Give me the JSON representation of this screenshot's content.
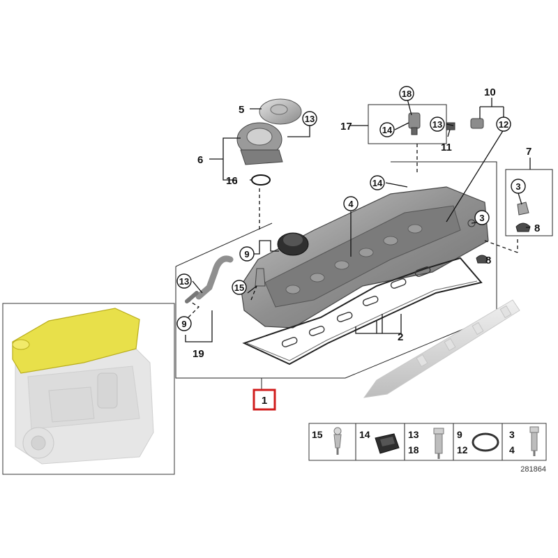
{
  "callouts": {
    "c1": "1",
    "c2": "2",
    "c3a": "3",
    "c3b": "3",
    "c4": "4",
    "c5": "5",
    "c6": "6",
    "c7": "7",
    "c8a": "8",
    "c8b": "8",
    "c9a": "9",
    "c9b": "9",
    "c10": "10",
    "c11": "11",
    "c12": "12",
    "c13a": "13",
    "c13b": "13",
    "c13c": "13",
    "c14a": "14",
    "c14b": "14",
    "c15": "15",
    "c16": "16",
    "c17": "17",
    "c18": "18",
    "c19": "19"
  },
  "legend": {
    "cells": [
      {
        "top": "15",
        "bottom": ""
      },
      {
        "top": "14",
        "bottom": ""
      },
      {
        "top": "13",
        "bottom": "18"
      },
      {
        "top": "9",
        "bottom": "12"
      },
      {
        "top": "3",
        "bottom": "4"
      }
    ]
  },
  "reference_number": "281864",
  "colors": {
    "highlight": "#e8e04a",
    "part_grey": "#9a9a9a",
    "part_dark": "#555555",
    "selected_box": "#d01c1c"
  }
}
